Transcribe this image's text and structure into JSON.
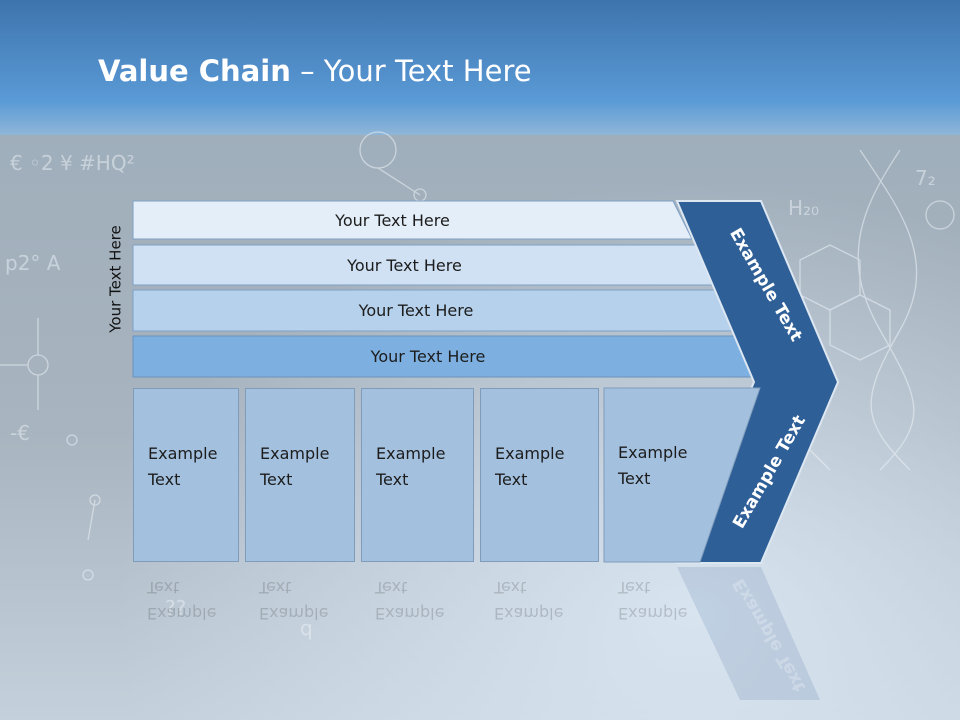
{
  "title": {
    "bold": "Value Chain",
    "rest": " – Your Text Here"
  },
  "side_label": "Your Text Here",
  "bands": [
    {
      "label": "Your Text Here"
    },
    {
      "label": "Your Text Here"
    },
    {
      "label": "Your Text Here"
    },
    {
      "label": "Your Text Here"
    }
  ],
  "columns": [
    {
      "line1": "Example",
      "line2": "Text"
    },
    {
      "line1": "Example",
      "line2": "Text"
    },
    {
      "line1": "Example",
      "line2": "Text"
    },
    {
      "line1": "Example",
      "line2": "Text"
    },
    {
      "line1": "Example",
      "line2": "Text"
    }
  ],
  "arrow": {
    "upper_label": "Example Text",
    "lower_label": "Example Text"
  },
  "colors": {
    "header_blue": "#4a8fcf",
    "arrow_blue": "#2f5f97",
    "band_colors": [
      "#e4eef8",
      "#cfe1f2",
      "#b5d1ec",
      "#7db0e0"
    ],
    "column_fill": "#a3c0de"
  }
}
